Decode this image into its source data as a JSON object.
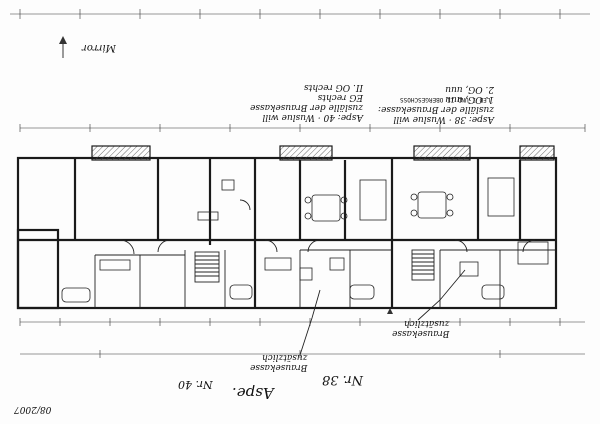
{
  "header_block_left": {
    "line1": "Aspe: 40 · Wuslue will",
    "line2": "zuslälle der Brausekasse",
    "line3": "EG rechts",
    "line4": "II. OG rechts"
  },
  "header_block_right": {
    "line1": "Aspe: 38 · Wuslue will",
    "line2": "zuslälle der Brausekasse:",
    "line3": "1. OG, uuu",
    "line4": "2. OG, uuu"
  },
  "header_caption": "LED I UND II OBERGESCHOSS",
  "marker_label": "Mirror",
  "annotation_left": {
    "line1": "Brausekasse",
    "line2": "zusätzlich"
  },
  "annotation_right": {
    "line1": "Brausekasse",
    "line2": "zusätzlich"
  },
  "footer_left": "Aspe.",
  "footer_left_number": "Nr. 40",
  "footer_right": "Nr. 38",
  "corner_note": "08/2007",
  "icons": {
    "north_arrow": "north-arrow-icon",
    "stair": "staircase-icon"
  }
}
